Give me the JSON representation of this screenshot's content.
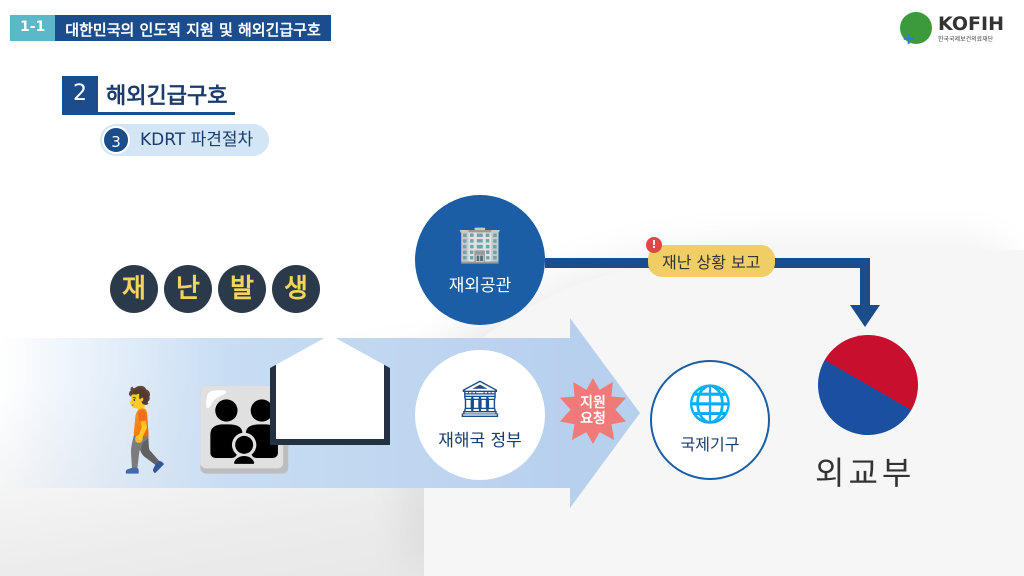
{
  "section": {
    "number": "1-1",
    "title": "대한민국의 인도적 지원 및 해외긴급구호"
  },
  "logo": {
    "name": "KOFIH",
    "subtitle": "한국국제보건의료재단"
  },
  "heading": {
    "number": "2",
    "title": "해외긴급구호"
  },
  "subheading": {
    "number": "3",
    "title": "KDRT 파견절차"
  },
  "disaster": {
    "chars": [
      "재",
      "난",
      "발",
      "생"
    ]
  },
  "nodes": {
    "embassy": "재외공관",
    "affected_gov": "재해국 정부",
    "intl_org": "국제기구",
    "mofa": "외교부"
  },
  "report_label": "재난 상황 보고",
  "support_request": [
    "지원",
    "요청"
  ],
  "colors": {
    "navy": "#1b4d8c",
    "teal": "#5bb8c8",
    "yellow": "#f1cd66",
    "red": "#f07a7a"
  }
}
